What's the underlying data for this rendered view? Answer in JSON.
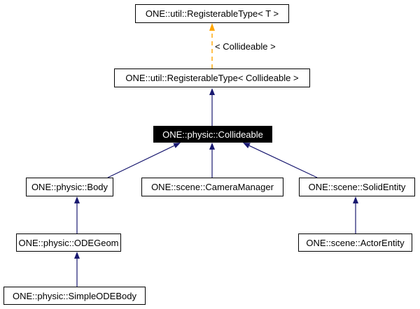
{
  "diagram": {
    "type": "class-inheritance-graph",
    "nodes": {
      "registerable_type_t": {
        "label": "ONE::util::RegisterableType< T >",
        "selected": false
      },
      "registerable_type_collideable": {
        "label": "ONE::util::RegisterableType< Collideable >",
        "selected": false
      },
      "collideable": {
        "label": "ONE::physic::Collideable",
        "selected": true
      },
      "body": {
        "label": "ONE::physic::Body",
        "selected": false
      },
      "camera_manager": {
        "label": "ONE::scene::CameraManager",
        "selected": false
      },
      "solid_entity": {
        "label": "ONE::scene::SolidEntity",
        "selected": false
      },
      "ode_geom": {
        "label": "ONE::physic::ODEGeom",
        "selected": false
      },
      "actor_entity": {
        "label": "ONE::scene::ActorEntity",
        "selected": false
      },
      "simple_ode_body": {
        "label": "ONE::physic::SimpleODEBody",
        "selected": false
      }
    },
    "template_edge": {
      "label": "< Collideable >",
      "from": "registerable_type_collideable",
      "to": "registerable_type_t",
      "style": "dashed-orange"
    },
    "inheritance_edges": [
      {
        "from": "collideable",
        "to": "registerable_type_collideable"
      },
      {
        "from": "body",
        "to": "collideable"
      },
      {
        "from": "camera_manager",
        "to": "collideable"
      },
      {
        "from": "solid_entity",
        "to": "collideable"
      },
      {
        "from": "ode_geom",
        "to": "body"
      },
      {
        "from": "simple_ode_body",
        "to": "ode_geom"
      },
      {
        "from": "actor_entity",
        "to": "solid_entity"
      }
    ],
    "colors": {
      "inheritance_arrow": "#191970",
      "template_arrow": "#ffa500",
      "node_border": "#000000",
      "node_background": "#ffffff",
      "node_text": "#000000",
      "selected_node_background": "#000000",
      "selected_node_text": "#ffffff",
      "page_background": "#ffffff"
    }
  }
}
